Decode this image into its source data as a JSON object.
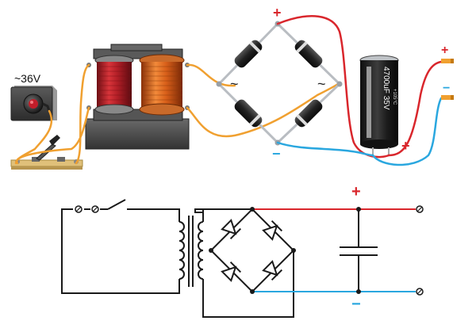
{
  "source": {
    "voltage_label": "~36V"
  },
  "bridge": {
    "positive_label": "+",
    "negative_label": "−",
    "ac_left_label": "~",
    "ac_right_label": "~"
  },
  "capacitor": {
    "marking_main": "4700uF 35V",
    "marking_small": "+105°C",
    "positive_label": "+"
  },
  "output": {
    "positive_label": "+",
    "negative_label": "−"
  },
  "schematic": {
    "positive_label": "+",
    "negative_label": "−"
  },
  "colors": {
    "positive_wire": "#d9262c",
    "negative_wire": "#2aa7df",
    "ac_wire": "#f0a030",
    "schematic_line": "#1a1a1a",
    "copper_coil": "#e2661a",
    "red_coil": "#c2222c",
    "core": "#4a4a4a"
  }
}
